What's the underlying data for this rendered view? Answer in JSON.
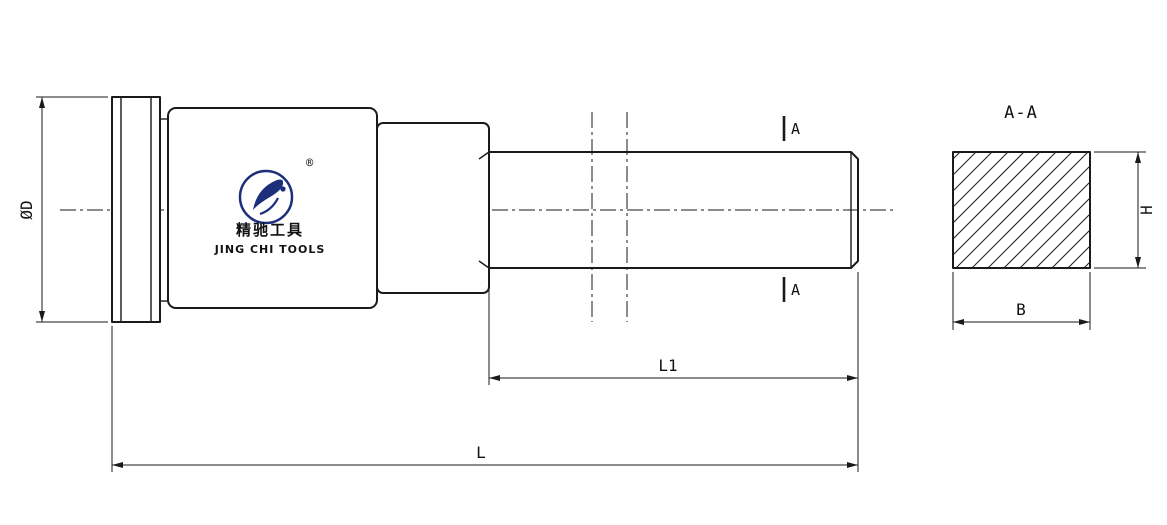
{
  "drawing": {
    "background_color": "#ffffff",
    "line_color": "#1a1a1a",
    "logo_color": "#1d2f7b",
    "dimensions": {
      "diameter": "ØD",
      "shank_length": "L1",
      "overall_length": "L"
    },
    "section_cut": {
      "top_label": "A",
      "bottom_label": "A"
    },
    "section_view": {
      "title": "A-A",
      "height_label": "H",
      "width_label": "B"
    },
    "logo": {
      "registered": "®",
      "brand_chinese": "精驰工具",
      "brand_english": "JING CHI TOOLS"
    }
  }
}
